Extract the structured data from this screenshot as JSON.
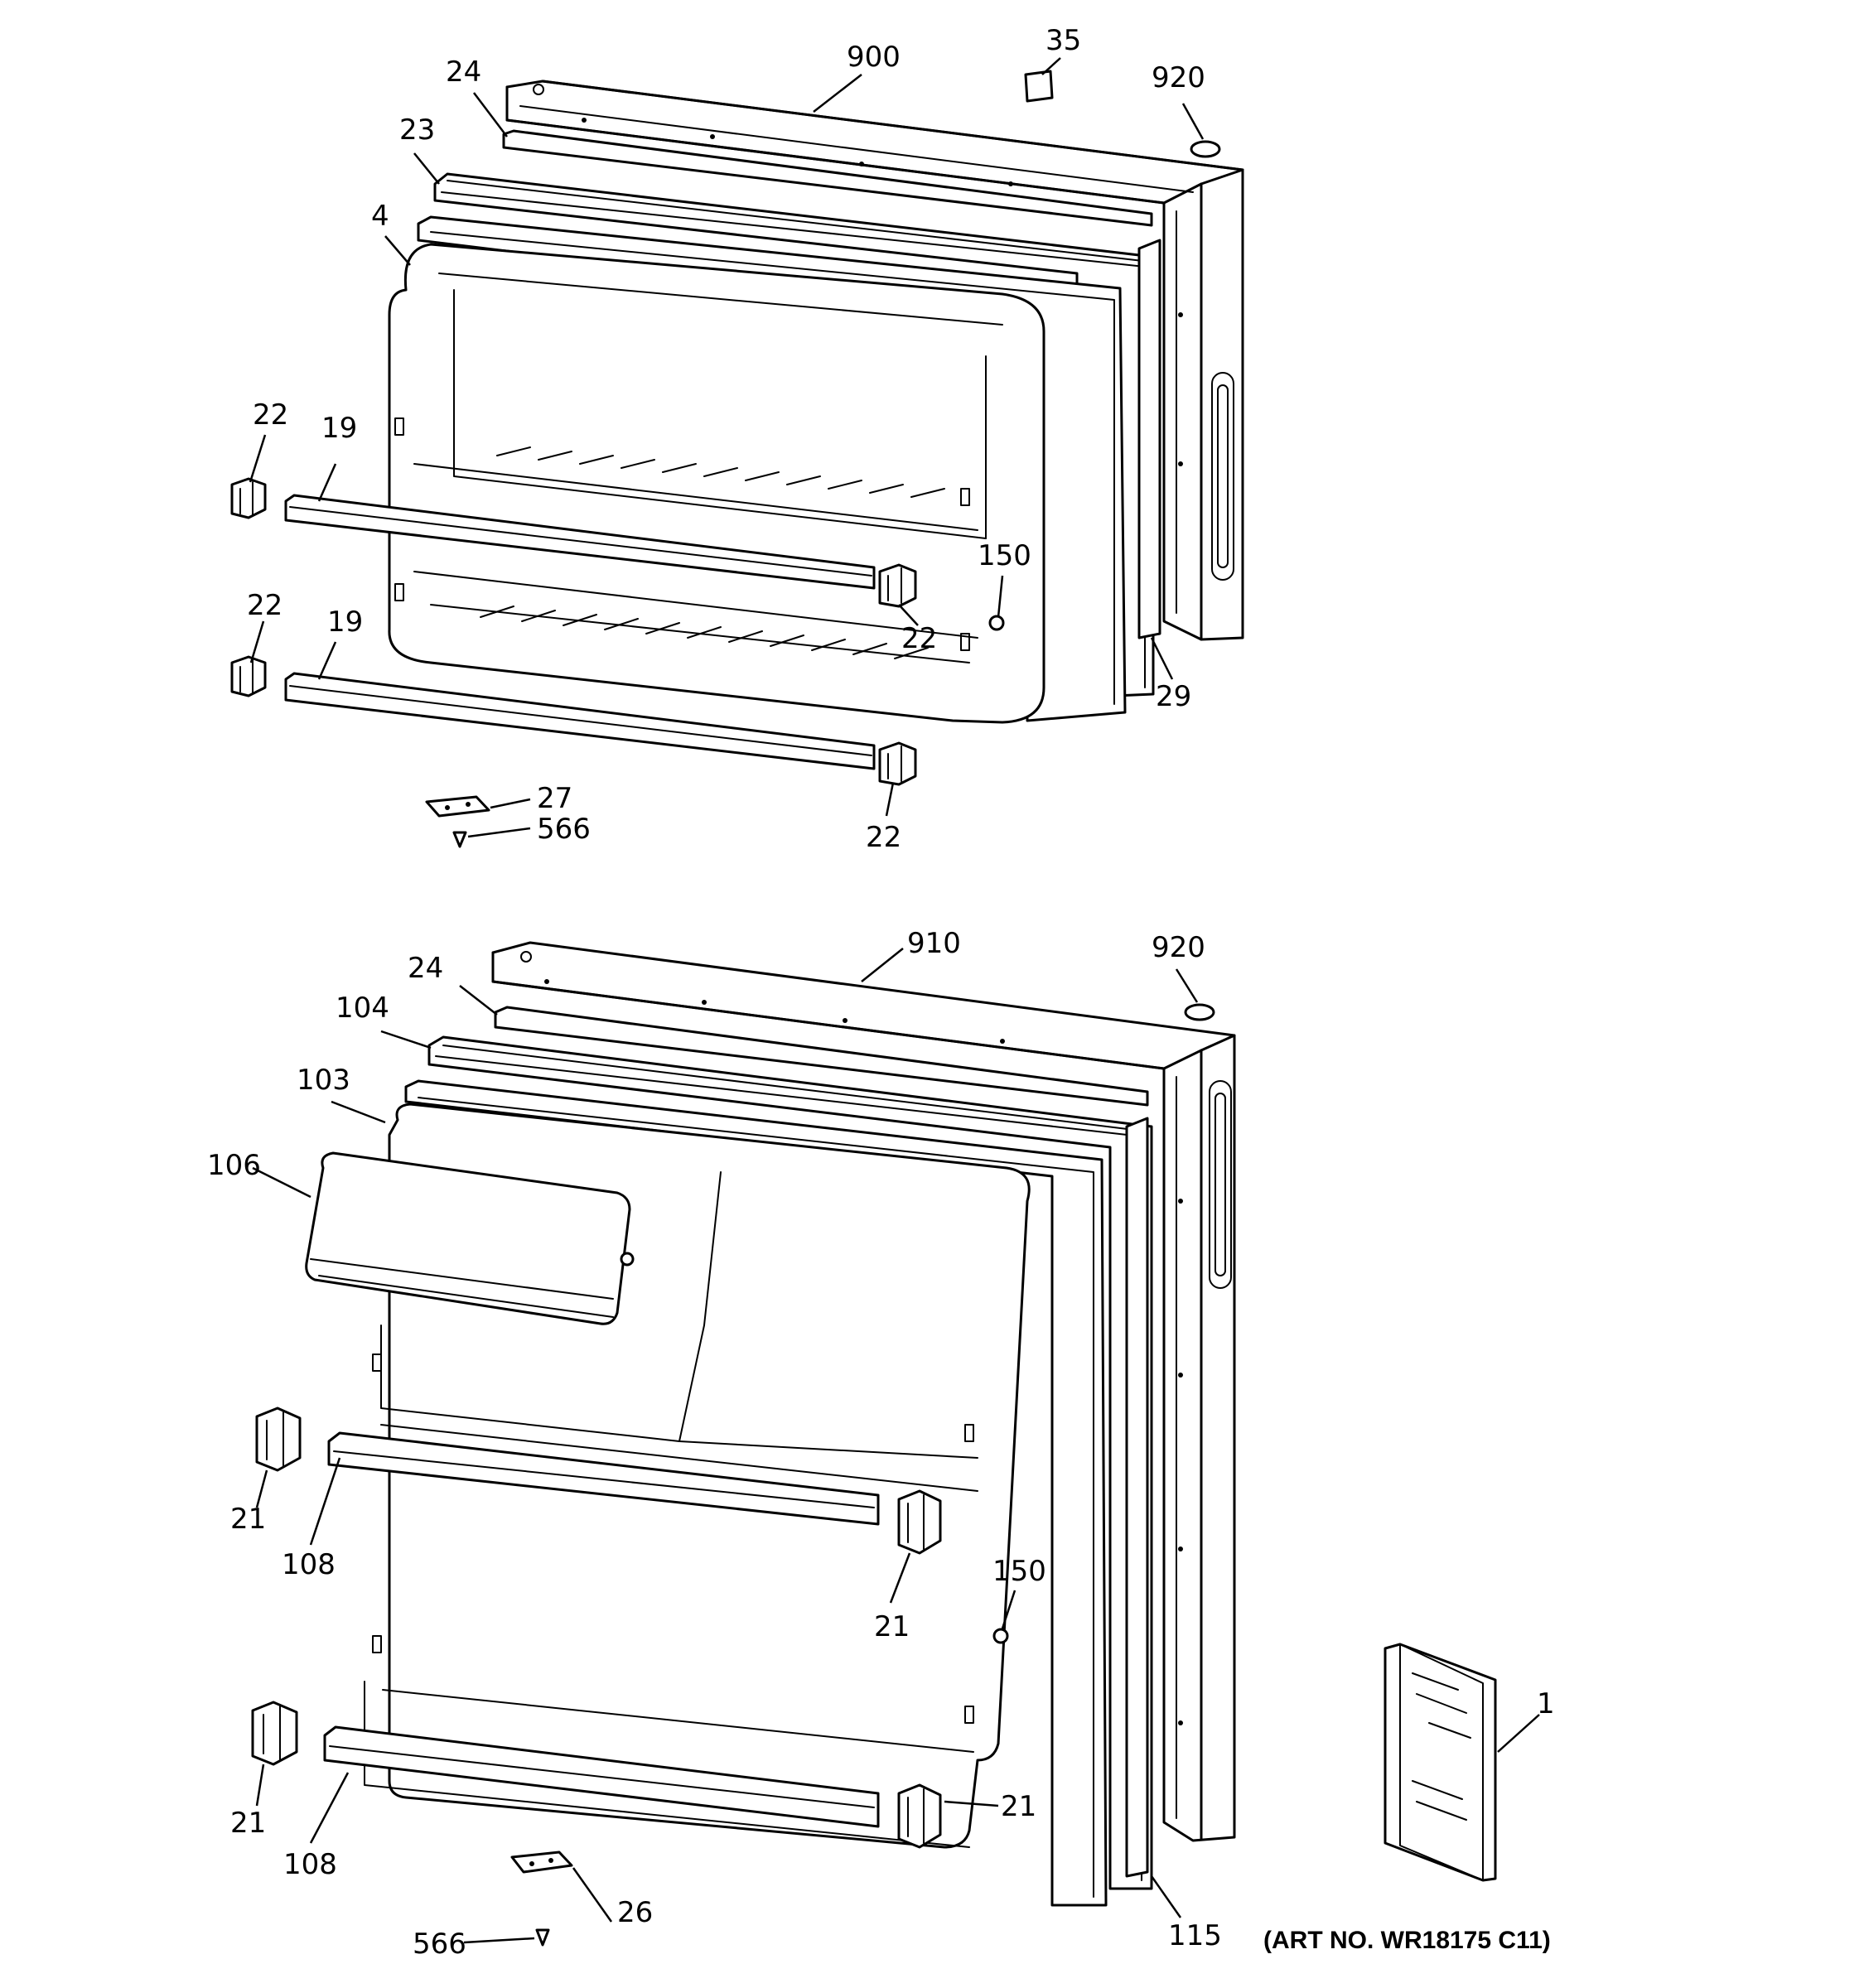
{
  "labels": {
    "l900": "900",
    "l35": "35",
    "l920a": "920",
    "l24a": "24",
    "l23": "23",
    "l4": "4",
    "l22a": "22",
    "l19a": "19",
    "l150a": "150",
    "l22b": "22",
    "l22c": "22",
    "l19b": "19",
    "l29": "29",
    "l27": "27",
    "l566a": "566",
    "l22d": "22",
    "l910": "910",
    "l920b": "920",
    "l24b": "24",
    "l104": "104",
    "l103": "103",
    "l106": "106",
    "l21a": "21",
    "l108a": "108",
    "l150b": "150",
    "l21b": "21",
    "l21c": "21",
    "l108b": "108",
    "l21d": "21",
    "l1": "1",
    "l115": "115",
    "l26": "26",
    "l566b": "566"
  },
  "art_number": "(ART NO. WR18175 C11)"
}
